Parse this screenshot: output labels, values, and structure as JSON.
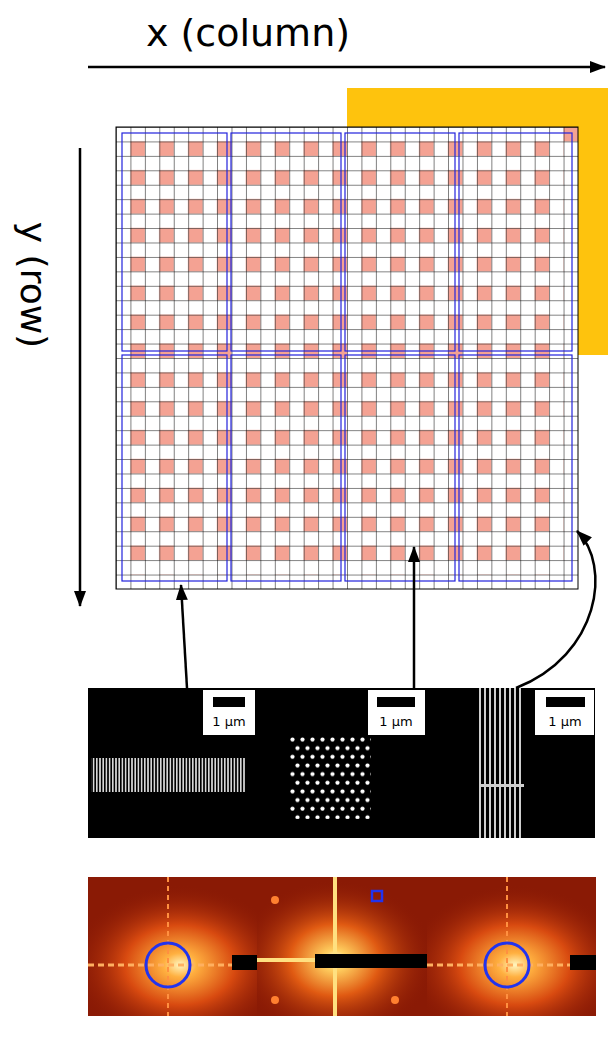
{
  "diagram": {
    "labels": [
      "x (column)",
      "y (row)",
      "1 µm",
      "1 µm",
      "1 µm"
    ]
  }
}
